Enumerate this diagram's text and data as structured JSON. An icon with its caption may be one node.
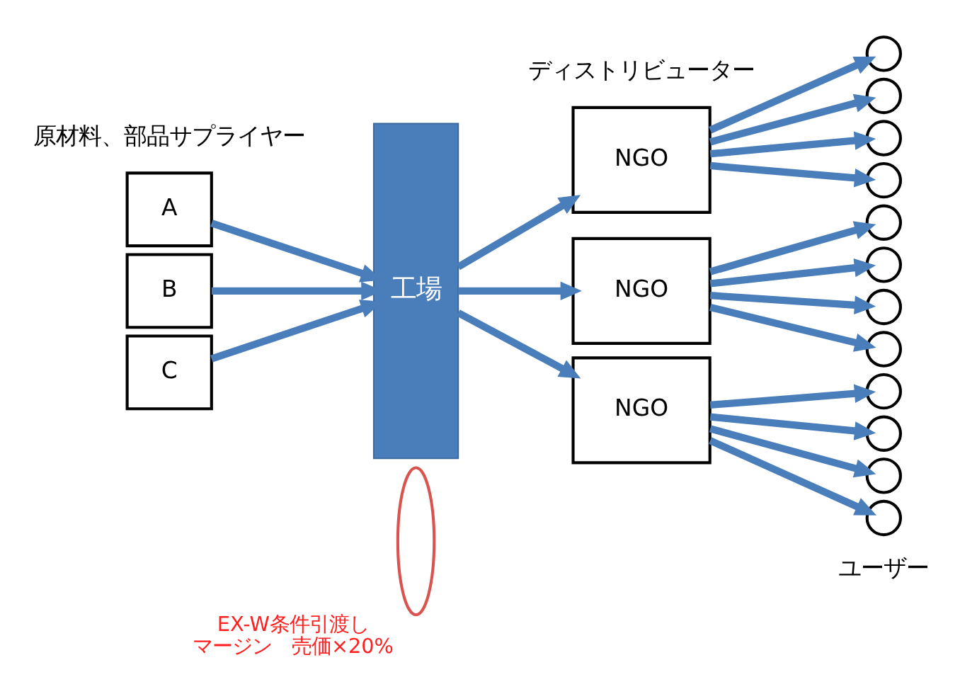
{
  "diagram": {
    "nodes": [
      {
        "text": [
          "A"
        ]
      },
      {
        "text": [
          "B"
        ]
      },
      {
        "text": [
          "C"
        ]
      },
      {
        "text": [
          "工場"
        ]
      },
      {
        "text": [
          "NGO"
        ]
      },
      {
        "text": [
          "NGO"
        ]
      },
      {
        "text": [
          "NGO"
        ]
      },
      {
        "text": [],
        "shape": "circle"
      },
      {
        "text": [],
        "shape": "circle"
      },
      {
        "text": [],
        "shape": "circle"
      },
      {
        "text": [],
        "shape": "circle"
      },
      {
        "text": [],
        "shape": "circle"
      },
      {
        "text": [],
        "shape": "circle"
      },
      {
        "text": [],
        "shape": "circle"
      },
      {
        "text": [],
        "shape": "circle"
      },
      {
        "text": [],
        "shape": "circle"
      },
      {
        "text": [],
        "shape": "circle"
      },
      {
        "text": [],
        "shape": "circle"
      },
      {
        "text": [],
        "shape": "circle"
      },
      {
        "text": [],
        "shape": "ellipse",
        "beside": [
          "EX-W条件引渡し",
          "マージン　売価×20%"
        ]
      }
    ],
    "edges": [
      {
        "from": 0,
        "to": 3,
        "arrow": "to"
      },
      {
        "from": 1,
        "to": 3,
        "arrow": "to"
      },
      {
        "from": 2,
        "to": 3,
        "arrow": "to"
      },
      {
        "from": 3,
        "to": 4,
        "arrow": "to"
      },
      {
        "from": 3,
        "to": 5,
        "arrow": "to"
      },
      {
        "from": 3,
        "to": 6,
        "arrow": "to"
      },
      {
        "from": 4,
        "to": 7,
        "arrow": "to"
      },
      {
        "from": 4,
        "to": 8,
        "arrow": "to"
      },
      {
        "from": 4,
        "to": 9,
        "arrow": "to"
      },
      {
        "from": 4,
        "to": 10,
        "arrow": "to"
      },
      {
        "from": 5,
        "to": 11,
        "arrow": "to"
      },
      {
        "from": 5,
        "to": 12,
        "arrow": "to"
      },
      {
        "from": 5,
        "to": 13,
        "arrow": "to"
      },
      {
        "from": 5,
        "to": 14,
        "arrow": "to"
      },
      {
        "from": 6,
        "to": 15,
        "arrow": "to"
      },
      {
        "from": 6,
        "to": 16,
        "arrow": "to"
      },
      {
        "from": 6,
        "to": 17,
        "arrow": "to"
      },
      {
        "from": 6,
        "to": 18,
        "arrow": "to"
      }
    ],
    "labels": [
      "原材料、部品サプライヤー",
      "ディストリビューター",
      "ユーザー"
    ]
  }
}
